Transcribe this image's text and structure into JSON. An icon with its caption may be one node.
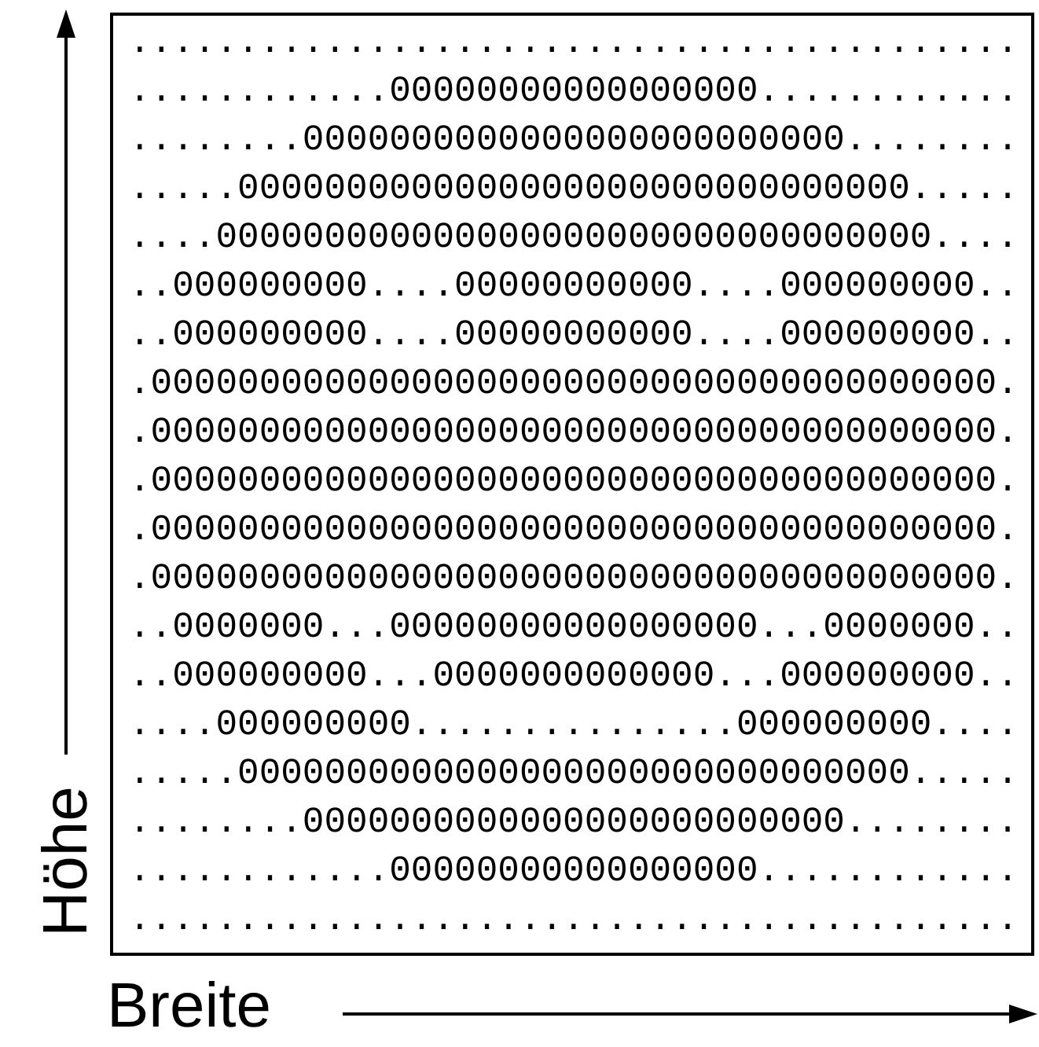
{
  "diagram": {
    "nodes": [
      {
        "text": [
          ".........................................",
          "............00000000000000000............",
          "........0000000000000000000000000........",
          ".....0000000000000000000000000000000.....",
          "....000000000000000000000000000000000....",
          "..000000000....00000000000....000000000..",
          "..000000000....00000000000....000000000..",
          ".000000000000000000000000000000000000000.",
          ".000000000000000000000000000000000000000.",
          ".000000000000000000000000000000000000000.",
          ".000000000000000000000000000000000000000.",
          ".000000000000000000000000000000000000000.",
          "..0000000...00000000000000000...0000000..",
          "..000000000...0000000000000...000000000..",
          "....000000000...............000000000....",
          ".....0000000000000000000000000000000.....",
          "........0000000000000000000000000........",
          "............00000000000000000............",
          "........................................."
        ]
      }
    ],
    "labels": [
      "Höhe",
      "Breite"
    ]
  }
}
